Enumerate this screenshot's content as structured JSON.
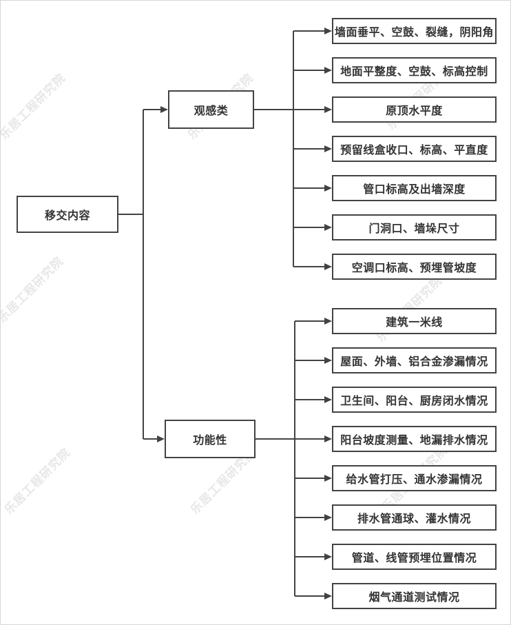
{
  "watermark": {
    "text": "乐居工程研究院"
  },
  "tree": {
    "root": {
      "label": "移交内容"
    },
    "branches": [
      {
        "label": "观感类",
        "children": [
          {
            "label": "墙面垂平、空鼓、裂缝，阴阳角"
          },
          {
            "label": "地面平整度、空鼓、标高控制"
          },
          {
            "label": "原顶水平度"
          },
          {
            "label": "预留线盒收口、标高、平直度"
          },
          {
            "label": "管口标高及出墙深度"
          },
          {
            "label": "门洞口、墙垛尺寸"
          },
          {
            "label": "空调口标高、预埋管坡度"
          }
        ]
      },
      {
        "label": "功能性",
        "children": [
          {
            "label": "建筑一米线"
          },
          {
            "label": "屋面、外墙、铝合金渗漏情况"
          },
          {
            "label": "卫生间、阳台、厨房闭水情况"
          },
          {
            "label": "阳台坡度测量、地漏排水情况"
          },
          {
            "label": "给水管打压、通水渗漏情况"
          },
          {
            "label": "排水管通球、灌水情况"
          },
          {
            "label": "管道、线管预埋位置情况"
          },
          {
            "label": "烟气通道测试情况"
          }
        ]
      }
    ]
  },
  "colors": {
    "line": "#424242",
    "box_border": "#424242",
    "text": "#333333",
    "watermark": "#e7e7e7",
    "canvas_border": "#d6d6d6",
    "background": "#ffffff"
  }
}
